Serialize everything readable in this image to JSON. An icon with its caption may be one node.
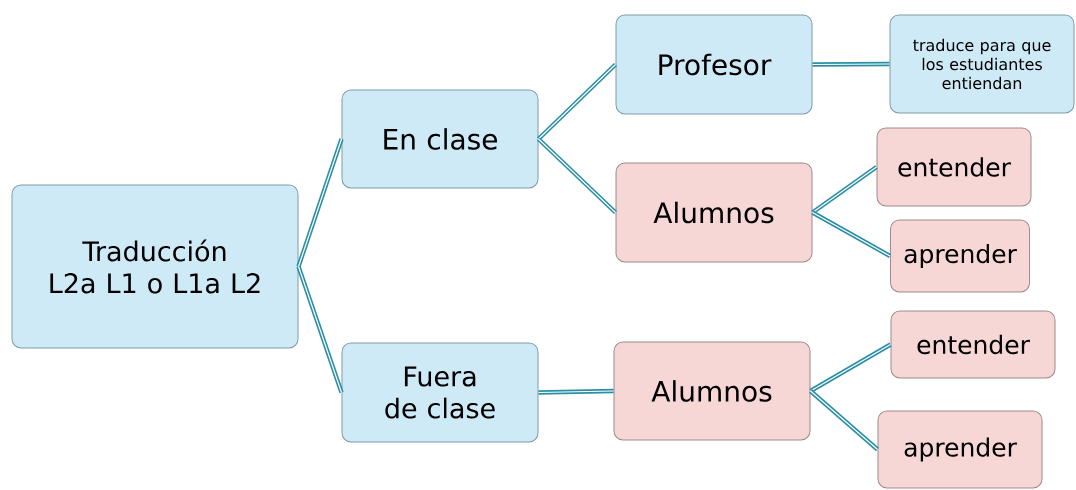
{
  "diagram": {
    "nodes": [
      {
        "text": [
          "Traducción",
          "L2a L1 o L1a L2"
        ]
      },
      {
        "text": [
          "En clase"
        ]
      },
      {
        "text": [
          "Fuera de clase"
        ]
      },
      {
        "text": [
          "Profesor"
        ]
      },
      {
        "text": [
          "Alumnos"
        ]
      },
      {
        "text": [
          "traduce para que los estudiantes entiendan"
        ]
      },
      {
        "text": [
          "entender"
        ]
      },
      {
        "text": [
          "aprender"
        ]
      },
      {
        "text": [
          "Alumnos"
        ]
      },
      {
        "text": [
          "entender"
        ]
      },
      {
        "text": [
          "aprender"
        ]
      }
    ],
    "edges": [
      {
        "from": 0,
        "to": 1,
        "arrow": "none"
      },
      {
        "from": 0,
        "to": 2,
        "arrow": "none"
      },
      {
        "from": 1,
        "to": 3,
        "arrow": "none"
      },
      {
        "from": 1,
        "to": 4,
        "arrow": "none"
      },
      {
        "from": 3,
        "to": 5,
        "arrow": "none"
      },
      {
        "from": 4,
        "to": 6,
        "arrow": "none"
      },
      {
        "from": 4,
        "to": 7,
        "arrow": "none"
      },
      {
        "from": 2,
        "to": 8,
        "arrow": "none"
      },
      {
        "from": 8,
        "to": 9,
        "arrow": "none"
      },
      {
        "from": 8,
        "to": 10,
        "arrow": "none"
      }
    ]
  }
}
